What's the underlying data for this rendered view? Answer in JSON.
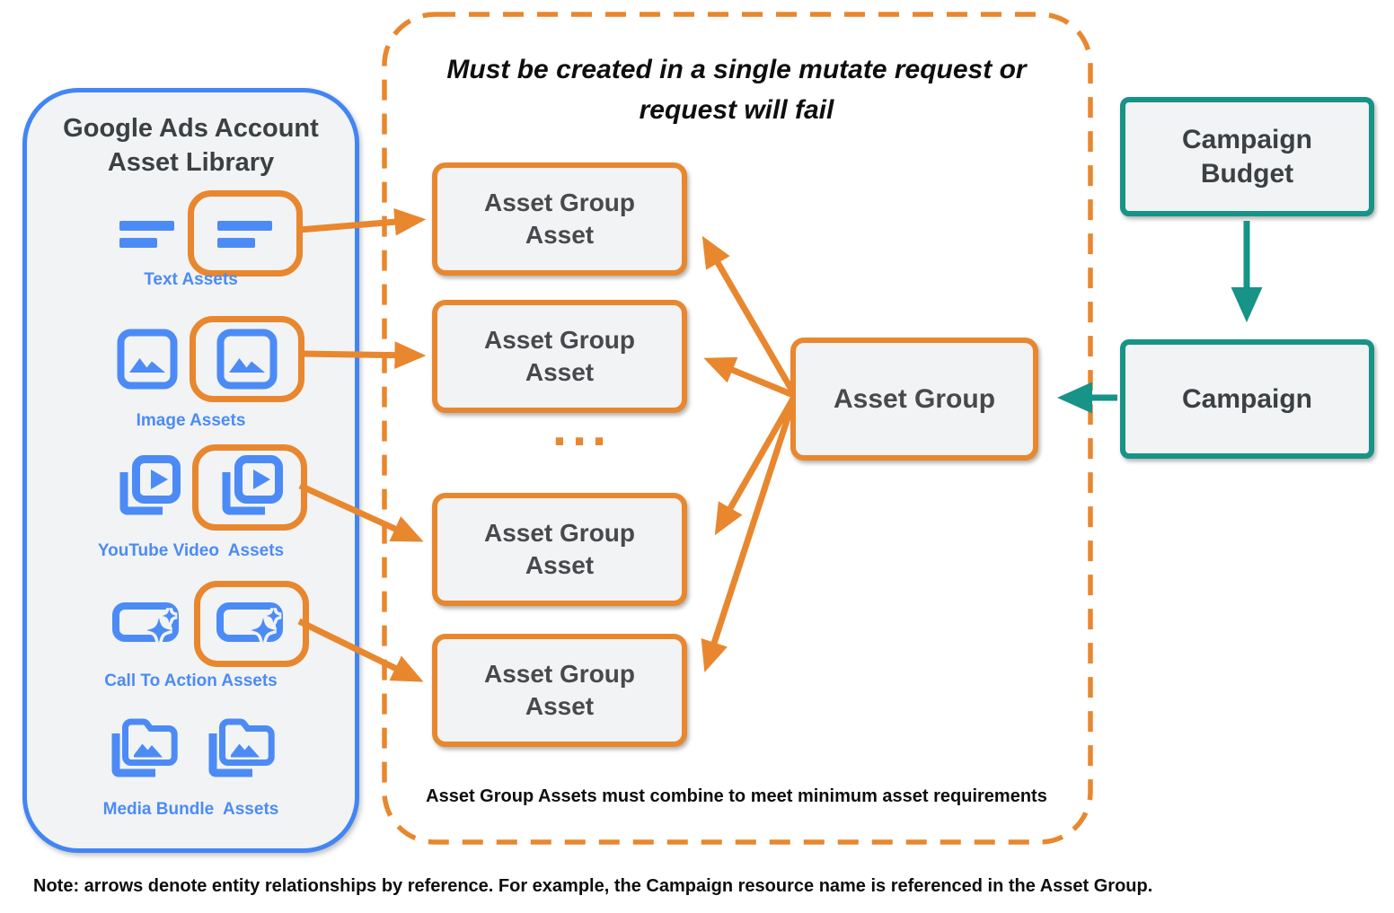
{
  "colors": {
    "orange": "#E8872E",
    "blue": "#4C8BF5",
    "blue-border": "#4285F4",
    "teal": "#179387",
    "fill": "#F1F3F4",
    "ink": "#3C4043",
    "black": "#0E0E0E"
  },
  "library": {
    "title": "Google Ads Account Asset Library",
    "asset_types": [
      {
        "label": "Text Assets",
        "icon": "text-asset-icon",
        "highlighted": true
      },
      {
        "label": "Image Assets",
        "icon": "image-asset-icon",
        "highlighted": true
      },
      {
        "label": "YouTube Video  Assets",
        "icon": "youtube-video-asset-icon",
        "highlighted": true
      },
      {
        "label": "Call To Action Assets",
        "icon": "call-to-action-asset-icon",
        "highlighted": true
      },
      {
        "label": "Media Bundle  Assets",
        "icon": "media-bundle-asset-icon",
        "highlighted": false
      }
    ]
  },
  "mutate_group": {
    "title": "Must be created in a single mutate request or request will fail",
    "boxes": [
      "Asset Group Asset",
      "Asset Group Asset",
      "Asset Group Asset",
      "Asset Group Asset"
    ],
    "ellipsis": "...",
    "footnote": "Asset Group Assets must combine to meet minimum asset requirements"
  },
  "asset_group": {
    "label": "Asset Group"
  },
  "campaign_budget": {
    "label": "Campaign Budget"
  },
  "campaign": {
    "label": "Campaign"
  },
  "note": "Note: arrows denote entity relationships by reference. For example, the Campaign resource name is referenced in the Asset Group."
}
